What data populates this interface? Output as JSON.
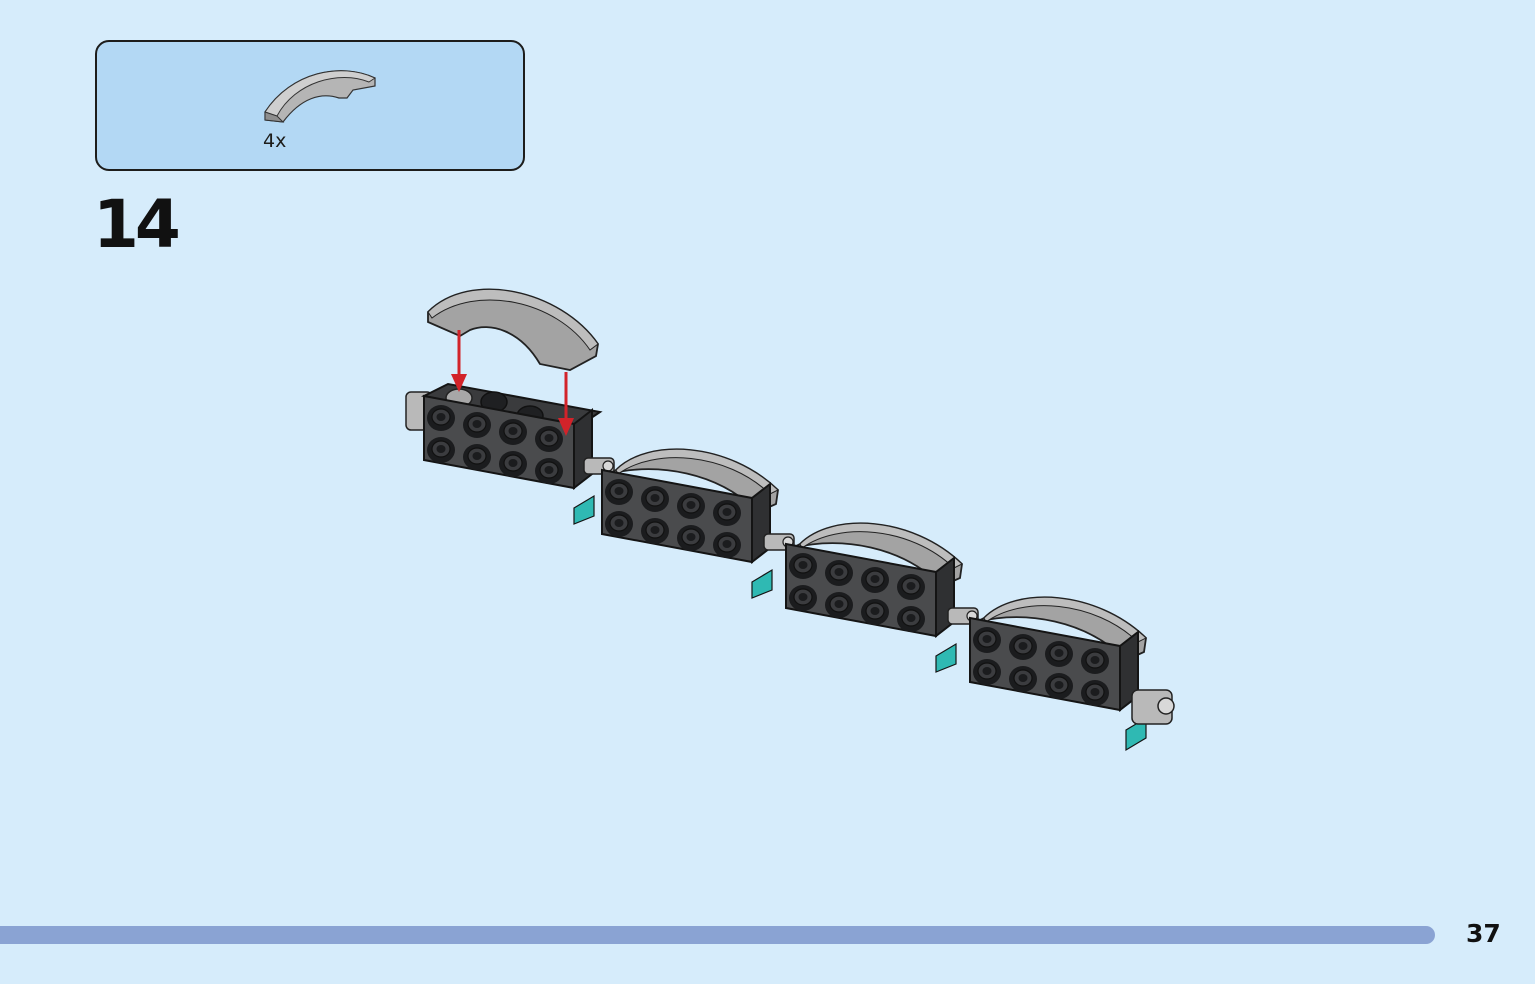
{
  "parts_callout": {
    "quantity": "4x",
    "part_icon": "curved-slope-brick-icon",
    "part_color": "#9b9b9b"
  },
  "step": {
    "number": "14"
  },
  "assembly": {
    "plate_color": "#4a4b4d",
    "slope_color": "#9d9d9d",
    "accent_color": "#2fb9b3",
    "arrow_color": "#d2232a"
  },
  "footer": {
    "page_number": "37",
    "bar_color": "#8aa3d3"
  }
}
